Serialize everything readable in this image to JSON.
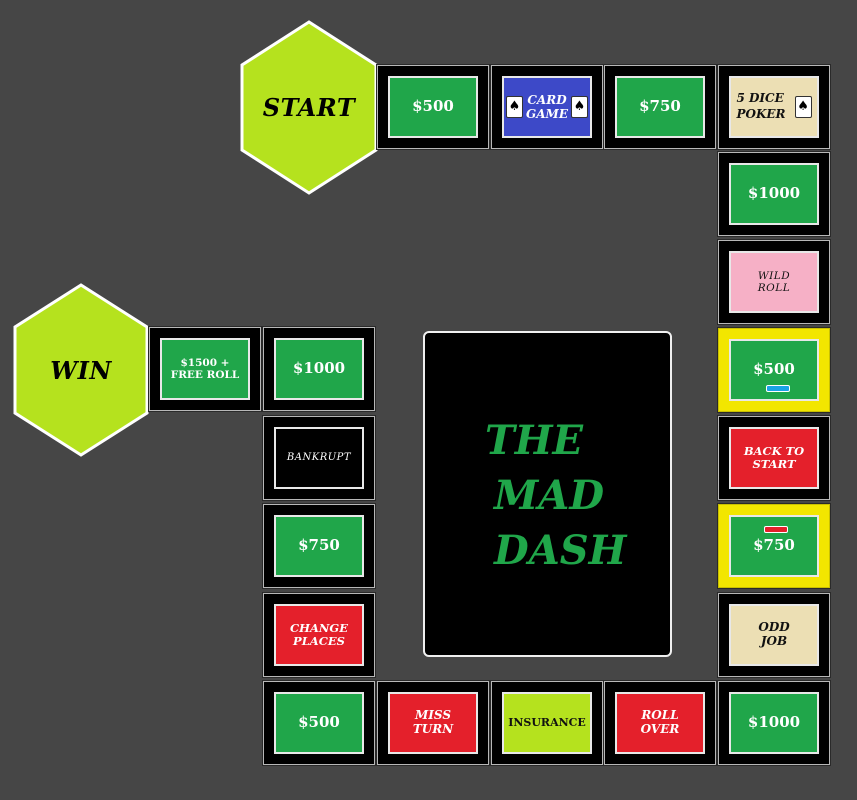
{
  "start_label": "START",
  "win_label": "WIN",
  "center_title": [
    "THE",
    "MAD",
    "DASH"
  ],
  "colors": {
    "background": "#464646",
    "hex_fill": "#b5e21e",
    "money_green": "#20a64a",
    "action_red": "#e4202b",
    "card_blue": "#3d49c8",
    "wild_pink": "#f6b0c6",
    "insurance_lime": "#b5e21e",
    "cream": "#ecdfb4",
    "highlight_yellow": "#f2e600",
    "marker_blue": "#1aa3e6",
    "marker_red": "#e4202b"
  },
  "tiles": {
    "t500_top": "$500",
    "card_game": [
      "CARD",
      "GAME"
    ],
    "t750_top": "$750",
    "dice_poker": [
      "5 DICE",
      "POKER"
    ],
    "t1000_right": "$1000",
    "wild_roll": [
      "WILD",
      "ROLL"
    ],
    "t500_right": "$500",
    "back_to_start": [
      "BACK TO",
      "START"
    ],
    "t750_right": "$750",
    "odd_job": [
      "ODD",
      "JOB"
    ],
    "t1000_bottom": "$1000",
    "roll_over": [
      "ROLL",
      "OVER"
    ],
    "insurance": "INSURANCE",
    "miss_turn": [
      "MISS",
      "TURN"
    ],
    "t500_bottom": "$500",
    "change_places": [
      "CHANGE",
      "PLACES"
    ],
    "t750_left": "$750",
    "bankrupt": "BANKRUPT",
    "t1000_left": "$1000",
    "free_roll": [
      "$1500 +",
      "FREE ROLL"
    ]
  },
  "icons": {
    "card": "spade-card-icon"
  }
}
